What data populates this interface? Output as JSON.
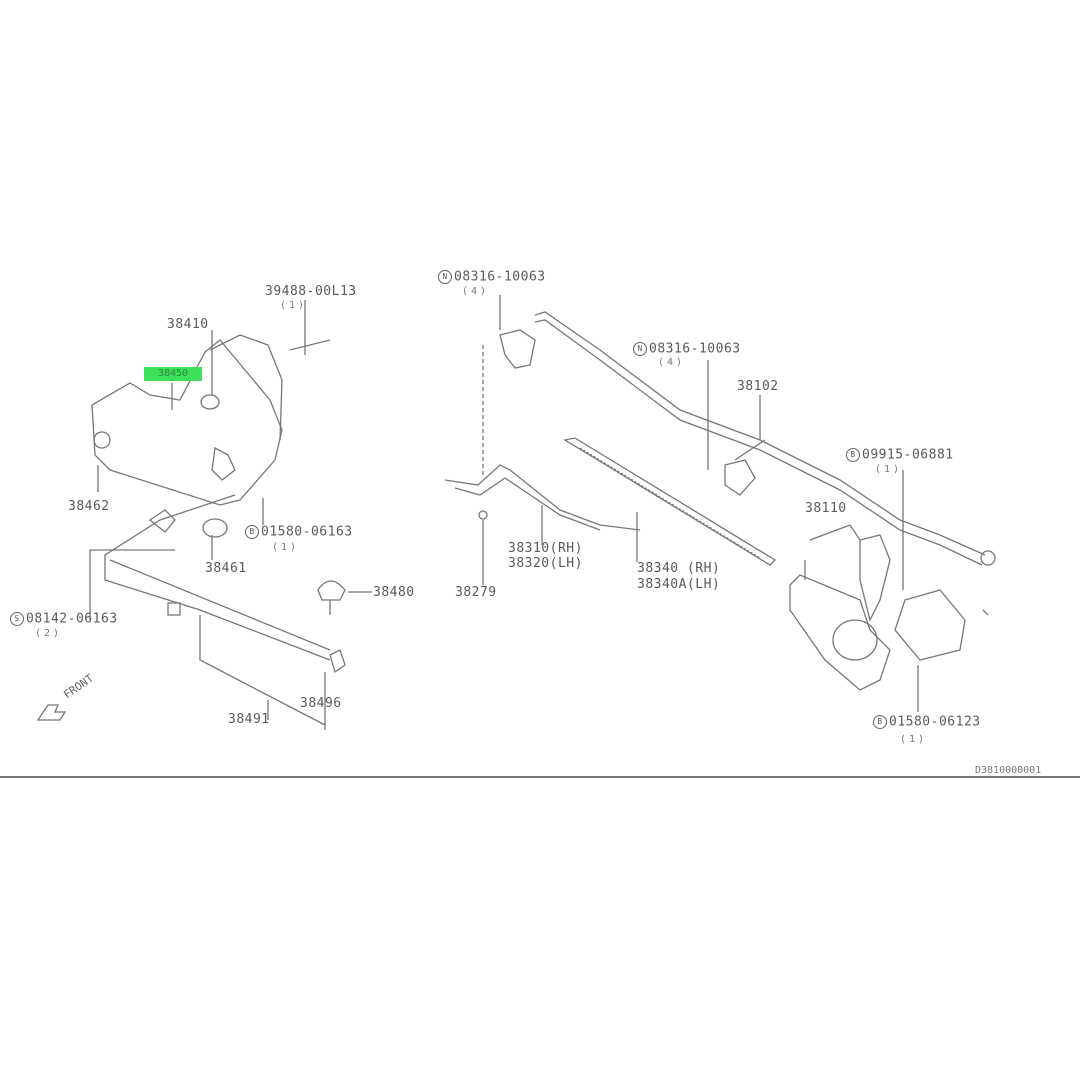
{
  "diagram": {
    "highlighted_part": "38450",
    "highlight_color": "#3ee05a",
    "drawing_code": "D3810000001",
    "front_label": "FRONT",
    "callouts": [
      {
        "id": "c1",
        "part": "39488-00L13",
        "qty": "(1)"
      },
      {
        "id": "c2",
        "part": "38410"
      },
      {
        "id": "c3",
        "part": "38462"
      },
      {
        "id": "c4",
        "part": "01580-06163",
        "qty": "(1)",
        "symbol": "B"
      },
      {
        "id": "c5",
        "part": "38461"
      },
      {
        "id": "c6",
        "part": "38480"
      },
      {
        "id": "c7",
        "part": "08142-06163",
        "qty": "(2)",
        "symbol": "S"
      },
      {
        "id": "c8",
        "part": "38496"
      },
      {
        "id": "c9",
        "part": "38491"
      },
      {
        "id": "c10",
        "part": "08316-10063",
        "qty": "(4)",
        "symbol": "N"
      },
      {
        "id": "c11",
        "part": "08316-10063",
        "qty": "(4)",
        "symbol": "N"
      },
      {
        "id": "c12",
        "part": "38102"
      },
      {
        "id": "c13",
        "part": "09915-06881",
        "qty": "(1)",
        "symbol": "B"
      },
      {
        "id": "c14",
        "part": "38110"
      },
      {
        "id": "c15",
        "part": "38310(RH)",
        "part2": "38320(LH)"
      },
      {
        "id": "c16",
        "part": "38340 (RH)",
        "part2": "38340A(LH)"
      },
      {
        "id": "c17",
        "part": "38279"
      },
      {
        "id": "c18",
        "part": "01580-06123",
        "qty": "(1)",
        "symbol": "B"
      }
    ]
  }
}
